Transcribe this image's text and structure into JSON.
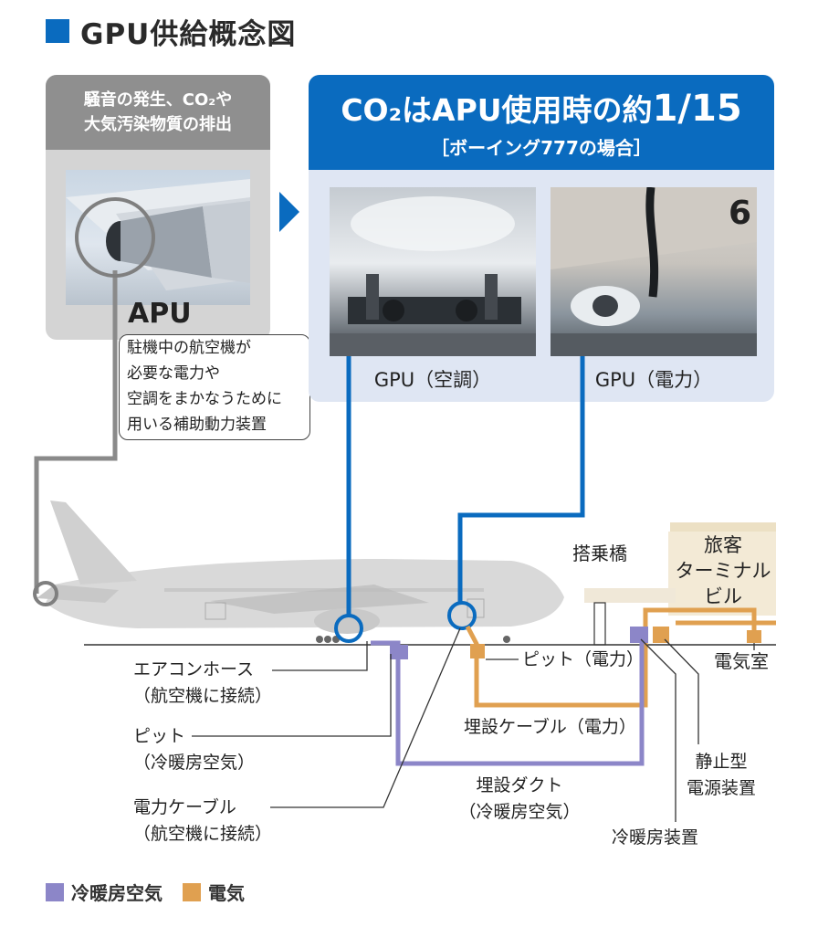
{
  "title": "GPU供給概念図",
  "colors": {
    "accent_blue": "#0a6bbf",
    "air": "#8c86c8",
    "power": "#e0a050",
    "apu_gray": "#8f8f8f"
  },
  "apu_panel": {
    "header_lines": [
      "騒音の発生、CO₂や",
      "大気汚染物質の排出"
    ],
    "label": "APU",
    "description_lines": [
      "駐機中の航空機が",
      "必要な電力や",
      "空調をまかなうために",
      "用いる補助動力装置"
    ]
  },
  "gpu_panel": {
    "headline_prefix": "CO₂はAPU使用時の約",
    "headline_value": "1/15",
    "subheadline": "［ボーイング777の場合］",
    "photos": [
      {
        "caption": "GPU（空調）"
      },
      {
        "caption": "GPU（電力）"
      }
    ]
  },
  "buildings": {
    "boarding_bridge": "搭乗橋",
    "terminal_lines": [
      "旅客",
      "ターミナル",
      "ビル"
    ],
    "electrical_room": "電気室"
  },
  "labels": {
    "aircon_hose": [
      "エアコンホース",
      "（航空機に接続）"
    ],
    "pit_air": [
      "ピット",
      "（冷暖房空気）"
    ],
    "power_cable": [
      "電力ケーブル",
      "（航空機に接続）"
    ],
    "pit_power": "ピット（電力）",
    "buried_cable": "埋設ケーブル（電力）",
    "buried_duct": [
      "埋設ダクト",
      "（冷暖房空気）"
    ],
    "static_power": [
      "静止型",
      "電源装置"
    ],
    "hvac_unit": "冷暖房装置"
  },
  "legend": [
    {
      "label": "冷暖房空気",
      "color": "#8c86c8"
    },
    {
      "label": "電気",
      "color": "#e0a050"
    }
  ]
}
